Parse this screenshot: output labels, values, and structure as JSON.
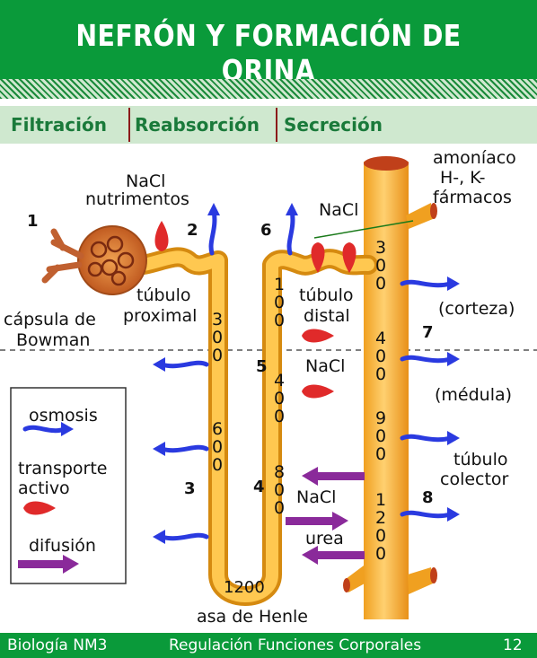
{
  "title": "NEFRÓN Y FORMACIÓN DE ORINA",
  "tabs": [
    "Filtración",
    "Reabsorción",
    "Secreción"
  ],
  "labels": {
    "n1": "1",
    "n2": "2",
    "n3": "3",
    "n4": "4",
    "n5": "5",
    "n6": "6",
    "n7": "7",
    "n8": "8",
    "nacl_top": "NaCl",
    "nutrimentos": "nutrimentos",
    "capsula_1": "cápsula de",
    "capsula_2": "Bowman",
    "tubulo_prox_1": "túbulo",
    "tubulo_prox_2": "proximal",
    "nacl_distal": "NaCl",
    "tubulo_distal_1": "túbulo",
    "tubulo_distal_2": "distal",
    "nacl_5": "NaCl",
    "nacl_4": "NaCl",
    "urea": "urea",
    "asa": "asa de Henle",
    "amoniaco": "amoníaco",
    "h_k": "H-, K-",
    "farmacos": "fármacos",
    "corteza": "(corteza)",
    "medula": "(médula)",
    "tubulo_col_1": "túbulo",
    "tubulo_col_2": "colector"
  },
  "legend": {
    "osmosis": "osmosis",
    "transporte_1": "transporte",
    "transporte_2": "activo",
    "difusion": "difusión"
  },
  "concentrations": {
    "prox_300": "300",
    "desc_600": "600",
    "bottom_1200": "1200",
    "asc_100": "100",
    "asc_400": "400",
    "asc_800": "800",
    "col_300": "300",
    "col_400": "400",
    "col_900": "900",
    "col_1200": "1200"
  },
  "footer": {
    "left": "Biología NM3",
    "middle": "Regulación Funciones Corporales",
    "page": "12"
  },
  "colors": {
    "title_green": "#0a9a3a",
    "tab_text": "#1a7a3a",
    "tube": "#f5b030",
    "capsule": "#e07a30",
    "arrow_blue": "#2a3ae0",
    "drop_red": "#e02a2a",
    "arrow_purple": "#8a2a9a",
    "tab_bg": "#cfe8cf"
  }
}
